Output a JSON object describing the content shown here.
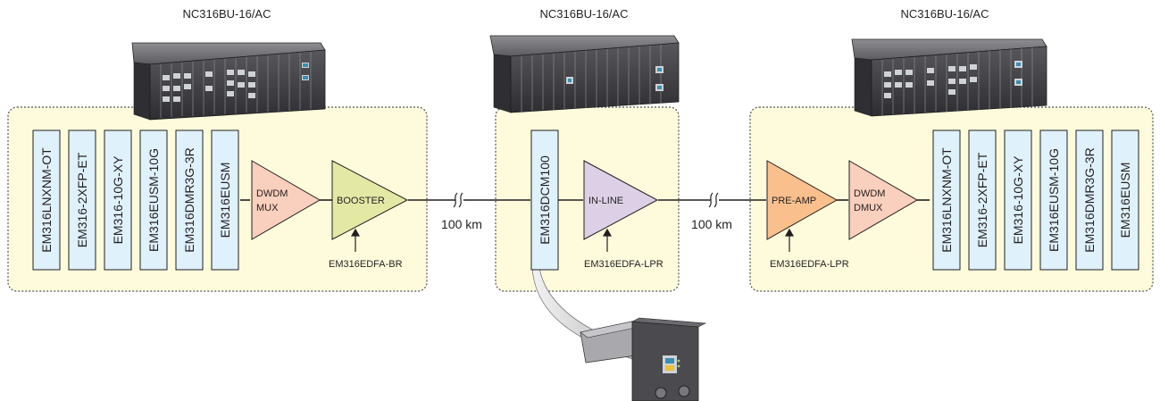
{
  "chassis": [
    {
      "label": "NC316BU-16/AC"
    },
    {
      "label": "NC316BU-16/AC"
    },
    {
      "label": "NC316BU-16/AC"
    }
  ],
  "left_modules": [
    "EM316LNXNM-OT",
    "EM316-2XFP-ET",
    "EM316-10G-XY",
    "EM316EUSM-10G",
    "EM316DMR3G-3R",
    "EM316EUSM"
  ],
  "right_modules": [
    "EM316LNXNM-OT",
    "EM316-2XFP-ET",
    "EM316-10G-XY",
    "EM316EUSM-10G",
    "EM316DMR3G-3R",
    "EM316EUSM"
  ],
  "middle_module": "EM316DCM100",
  "mux": {
    "line1": "DWDM",
    "line2": "MUX"
  },
  "demux": {
    "line1": "DWDM",
    "line2": "DMUX"
  },
  "amplifiers": {
    "booster": {
      "label": "BOOSTER",
      "part": "EM316EDFA-BR"
    },
    "inline": {
      "label": "IN-LINE",
      "part": "EM316EDFA-LPR"
    },
    "preamp": {
      "label": "PRE-AMP",
      "part": "EM316EDFA-LPR"
    }
  },
  "spans": [
    {
      "distance": "100 km"
    },
    {
      "distance": "100 km"
    }
  ],
  "colors": {
    "panel_fill": "#fdfbdc",
    "module_fill": "#dff1fb",
    "mux_fill": "#f9cfbd",
    "booster_fill": "#e3e9a5",
    "inline_fill": "#ddd0e6",
    "preamp_fill": "#f9bf8c",
    "chassis_dark": "#3b3b3f"
  }
}
